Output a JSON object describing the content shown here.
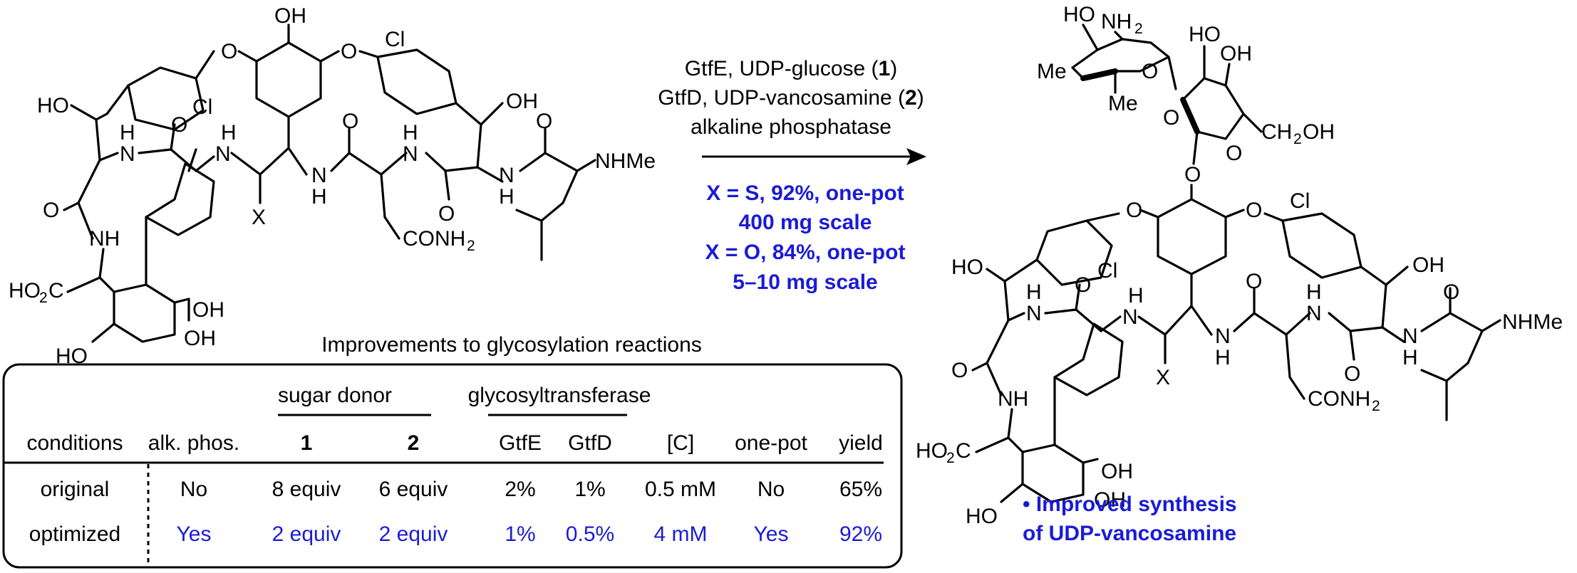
{
  "reaction": {
    "reagents": [
      "GtfE, UDP-glucose (1)",
      "GtfD, UDP-vancosamine (2)",
      "alkaline phosphatase"
    ],
    "reagent_parts": [
      {
        "pre": "GtfE, UDP-glucose (",
        "num": "1",
        "post": ")"
      },
      {
        "pre": "GtfD, UDP-vancosamine (",
        "num": "2",
        "post": ")"
      },
      {
        "pre": "alkaline phosphatase",
        "num": "",
        "post": ""
      }
    ],
    "results": [
      "X = S, 92%, one-pot",
      "400 mg scale",
      "X = O, 84%, one-pot",
      "5–10 mg scale"
    ],
    "note_lines": [
      "• Improved synthesis",
      "of UDP-vancosamine"
    ]
  },
  "table": {
    "title": "Improvements to glycosylation reactions",
    "group_headers": [
      "sugar donor",
      "glycosyltransferase"
    ],
    "columns": [
      "conditions",
      "alk. phos.",
      "1",
      "2",
      "GtfE",
      "GtfD",
      "[C]",
      "one-pot",
      "yield"
    ],
    "rows": [
      {
        "name": "original",
        "cells": [
          "No",
          "8 equiv",
          "6 equiv",
          "2%",
          "1%",
          "0.5 mM",
          "No",
          "65%"
        ]
      },
      {
        "name": "optimized",
        "cells": [
          "Yes",
          "2 equiv",
          "2 equiv",
          "1%",
          "0.5%",
          "4 mM",
          "Yes",
          "92%"
        ]
      }
    ]
  },
  "labels": {
    "OH": "OH",
    "HO": "HO",
    "O": "O",
    "Cl": "Cl",
    "X": "X",
    "H": "H",
    "N": "N",
    "NH": "NH",
    "Me": "Me",
    "NHMe": "NHMe",
    "CONH": "CONH",
    "two": "2",
    "HO2C_a": "HO",
    "HO2C_b": "C",
    "CH": "CH",
    "OHtail": "OH",
    "NH2": "NH"
  },
  "colors": {
    "accent": "#1b1bd6",
    "ink": "#000000"
  }
}
